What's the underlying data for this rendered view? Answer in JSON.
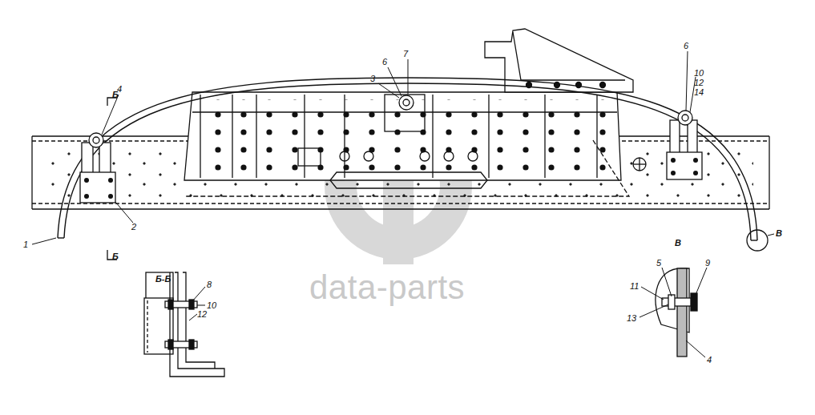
{
  "diagram": {
    "labels": [
      "6",
      "7",
      "6",
      "10",
      "12",
      "14",
      "Б",
      "4",
      "3",
      "В",
      "1",
      "2",
      "Б",
      "Б-Б",
      "8",
      "10",
      "12",
      "В",
      "5",
      "9",
      "11",
      "13",
      "4",
      "data-parts"
    ]
  }
}
